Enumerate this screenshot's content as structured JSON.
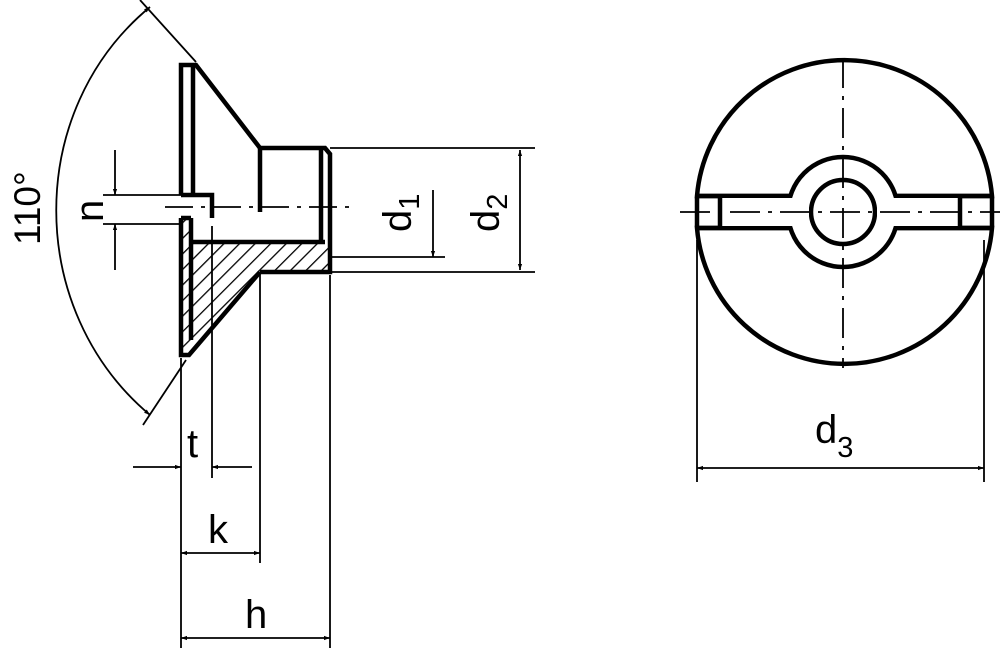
{
  "labels": {
    "angle": "110°",
    "n": "n",
    "d1": "d",
    "d1_sub": "1",
    "d2": "d",
    "d2_sub": "2",
    "d3": "d",
    "d3_sub": "3",
    "t": "t",
    "k": "k",
    "h": "h"
  }
}
